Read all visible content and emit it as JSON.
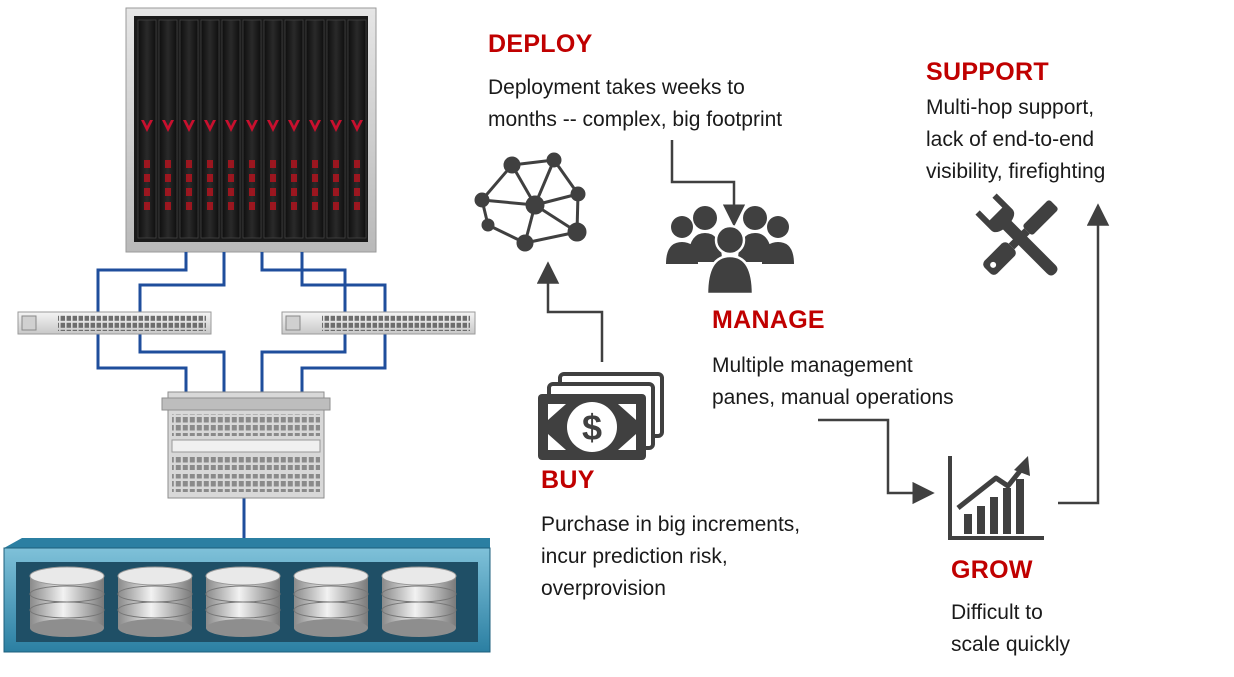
{
  "steps": {
    "deploy": {
      "title": "DEPLOY",
      "desc": "Deployment takes weeks to\nmonths -- complex, big footprint",
      "icon": "network-mesh-icon"
    },
    "manage": {
      "title": "MANAGE",
      "desc": "Multiple management\npanes, manual operations",
      "icon": "people-group-icon"
    },
    "support": {
      "title": "SUPPORT",
      "desc": "Multi-hop support,\nlack of end-to-end\nvisibility, firefighting",
      "icon": "wrench-screwdriver-icon"
    },
    "buy": {
      "title": "BUY",
      "desc": "Purchase in big increments,\nincur prediction risk,\noverprovision",
      "icon": "money-bills-icon"
    },
    "grow": {
      "title": "GROW",
      "desc": "Difficult to\nscale quickly",
      "icon": "growth-chart-icon"
    }
  },
  "colors": {
    "accent": "#c00000",
    "icon": "#404040",
    "cable": "#1f4e9c",
    "arrow": "#404040"
  }
}
